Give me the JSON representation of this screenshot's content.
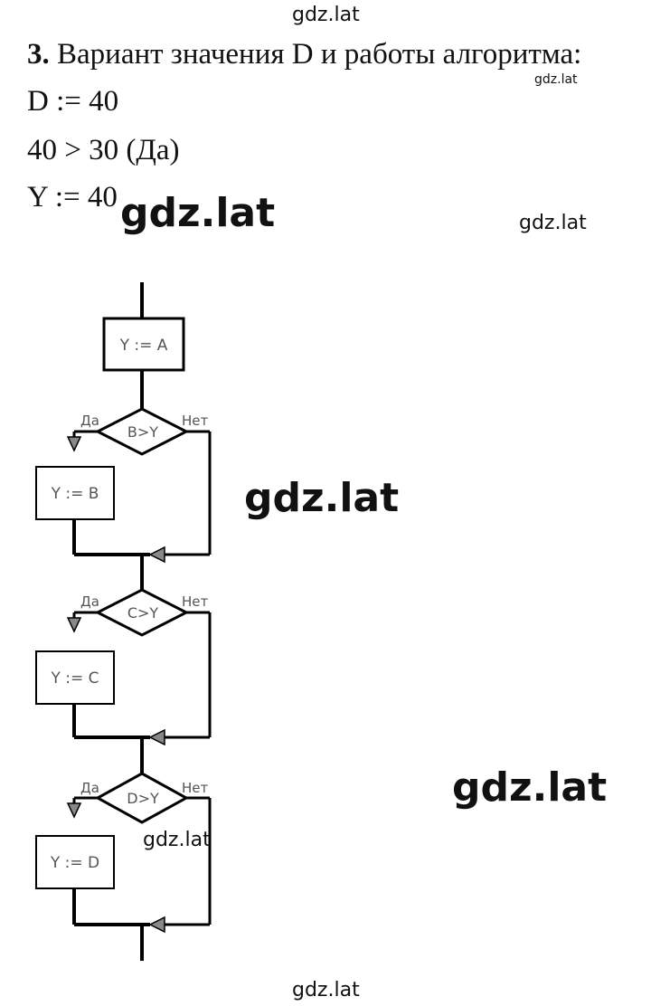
{
  "watermarks": {
    "top": "gdz.lat",
    "heading_small": "gdz.lat",
    "big_1": "gdz.lat",
    "right_1": "gdz.lat",
    "big_2": "gdz.lat",
    "big_3": "gdz.lat",
    "chart_small": "gdz.lat",
    "bottom": "gdz.lat"
  },
  "task": {
    "number": "3.",
    "heading": "Вариант значения D и работы алгоритма:",
    "lines": [
      "D := 40",
      "40 > 30 (Да)",
      "Y := 40"
    ]
  },
  "flowchart": {
    "start_box": "Y := A",
    "steps": [
      {
        "condition": "B>Y",
        "yes": "Да",
        "no": "Нет",
        "action": "Y := B"
      },
      {
        "condition": "C>Y",
        "yes": "Да",
        "no": "Нет",
        "action": "Y := C"
      },
      {
        "condition": "D>Y",
        "yes": "Да",
        "no": "Нет",
        "action": "Y := D"
      }
    ]
  }
}
